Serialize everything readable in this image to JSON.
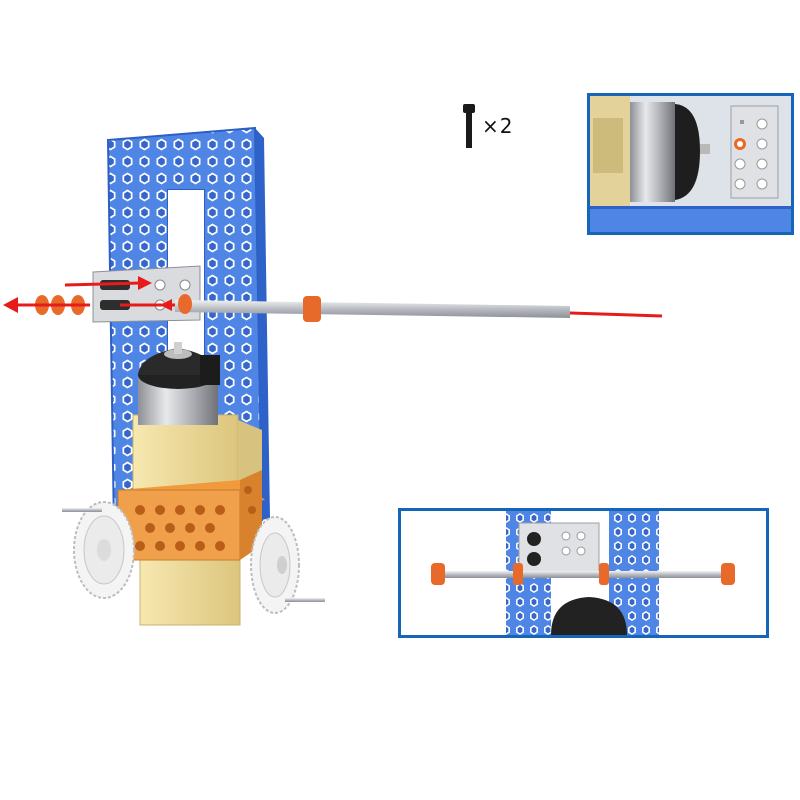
{
  "parts": {
    "screw_icon": "screw-icon",
    "quantity_label": "×2"
  },
  "colors": {
    "beam_blue": "#4f86e6",
    "hole_blue": "#2f62c9",
    "bushing_orange": "#e86a2a",
    "arrow_red": "#e81b1b",
    "inset_border": "#1565b8",
    "motor_yellow": "#f1df9a",
    "gear_white": "#f4f4f4",
    "steel": "#c9ccd0"
  },
  "insets": [
    {
      "name": "detail-motor-bracket"
    },
    {
      "name": "detail-axle-assembly"
    }
  ]
}
